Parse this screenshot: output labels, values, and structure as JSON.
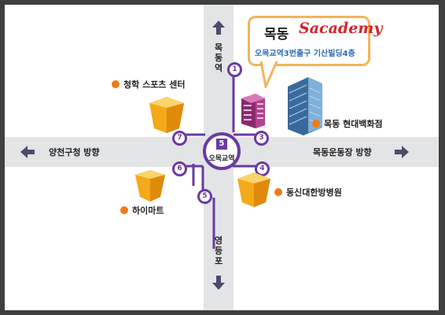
{
  "title": "목동 Sacademy 약도",
  "callout": {
    "title": "목동",
    "brand": "Sacademy",
    "address": "오목교역3번출구 기산빌딩4층"
  },
  "station": {
    "line_number": "5",
    "name": "오목교역"
  },
  "direction_labels": {
    "north": "목동역",
    "south": "영등포",
    "west": "양천구청 방향",
    "east": "목동운동장 방향"
  },
  "landmarks": [
    {
      "name": "청학 스포츠 센터"
    },
    {
      "name": "목동 현대백화점"
    },
    {
      "name": "동신대한방병원"
    },
    {
      "name": "하이마트"
    }
  ],
  "exits": [
    "1",
    "3",
    "4",
    "5",
    "6",
    "7"
  ],
  "colors": {
    "background": "#3f3f3f",
    "road": "#e3e4e6",
    "subway_line": "#6b3aa0",
    "landmark_dot": "#f07a12",
    "callout_border": "#f2b45a",
    "brand_red": "#d2232a",
    "address_blue": "#2f6bb5"
  }
}
